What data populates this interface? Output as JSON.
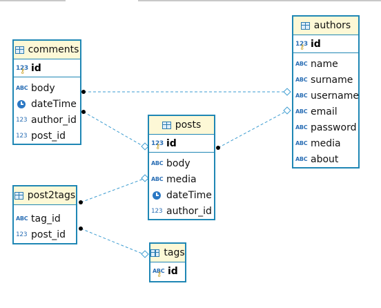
{
  "colors": {
    "border": "#1e86b4",
    "header_bg": "#fdf8d6",
    "link": "#3a9bd0",
    "icon": "#2b6fb5"
  },
  "icons": {
    "table": "table-icon",
    "text": "text-type-icon",
    "number": "number-type-icon",
    "datetime": "clock-icon",
    "key": "key-icon"
  },
  "entities": {
    "comments": {
      "title": "comments",
      "pk": {
        "name": "id",
        "type_label": "123"
      },
      "columns": [
        {
          "name": "body",
          "type_label": "ABC"
        },
        {
          "name": "dateTime",
          "type_label": ""
        },
        {
          "name": "author_id",
          "type_label": "123"
        },
        {
          "name": "post_id",
          "type_label": "123"
        }
      ]
    },
    "authors": {
      "title": "authors",
      "pk": {
        "name": "id",
        "type_label": "123"
      },
      "columns": [
        {
          "name": "name",
          "type_label": "ABC"
        },
        {
          "name": "surname",
          "type_label": "ABC"
        },
        {
          "name": "username",
          "type_label": "ABC"
        },
        {
          "name": "email",
          "type_label": "ABC"
        },
        {
          "name": "password",
          "type_label": "ABC"
        },
        {
          "name": "media",
          "type_label": "ABC"
        },
        {
          "name": "about",
          "type_label": "ABC"
        }
      ]
    },
    "posts": {
      "title": "posts",
      "pk": {
        "name": "id",
        "type_label": "123"
      },
      "columns": [
        {
          "name": "body",
          "type_label": "ABC"
        },
        {
          "name": "media",
          "type_label": "ABC"
        },
        {
          "name": "dateTime",
          "type_label": ""
        },
        {
          "name": "author_id",
          "type_label": "123"
        }
      ]
    },
    "post2tags": {
      "title": "post2tags",
      "columns": [
        {
          "name": "tag_id",
          "type_label": "ABC"
        },
        {
          "name": "post_id",
          "type_label": "123"
        }
      ]
    },
    "tags": {
      "title": "tags",
      "pk": {
        "name": "id",
        "type_label": "ABC"
      }
    }
  }
}
